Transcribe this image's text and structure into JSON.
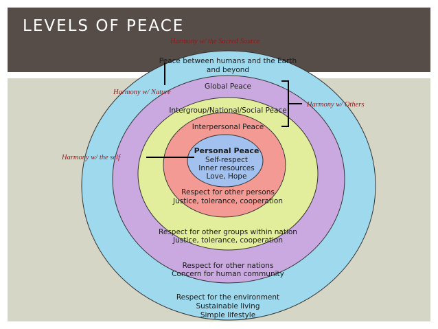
{
  "title": "LEVELS OF PEACE",
  "colors": {
    "header": "#564c48",
    "panel": "#d6d6c6",
    "ring_outer": "#9fd9ee",
    "ring_purple": "#c9a9e0",
    "ring_green": "#e3ee9c",
    "ring_red": "#f39a94",
    "ring_core": "#a2c1ee",
    "annotation": "#8b1a1a"
  },
  "rings": {
    "outer": {
      "top": [
        "Peace between humans and the Earth",
        "and beyond"
      ],
      "bottom": [
        "Respect for the environment",
        "Sustainable living",
        "Simple lifestyle"
      ]
    },
    "purple": {
      "top": [
        "Global Peace"
      ],
      "bottom": [
        "Respect for other nations",
        "Concern for human community"
      ]
    },
    "green": {
      "top": [
        "Intergroup/National/Social Peace"
      ],
      "bottom": [
        "Respect for other groups within nation",
        "Justice, tolerance, cooperation"
      ]
    },
    "red": {
      "top": [
        "Interpersonal Peace"
      ],
      "bottom": [
        "Respect for other persons",
        "Justice, tolerance, cooperation"
      ]
    },
    "core": {
      "title": "Personal Peace",
      "lines": [
        "Self-respect",
        "Inner resources",
        "Love, Hope"
      ]
    }
  },
  "annotations": {
    "sacred": "Harmony w/ the Sacred Source",
    "nature": "Harmony w/ Nature",
    "others": "Harmony w/ Others",
    "self": "Harmony w/ the self"
  }
}
